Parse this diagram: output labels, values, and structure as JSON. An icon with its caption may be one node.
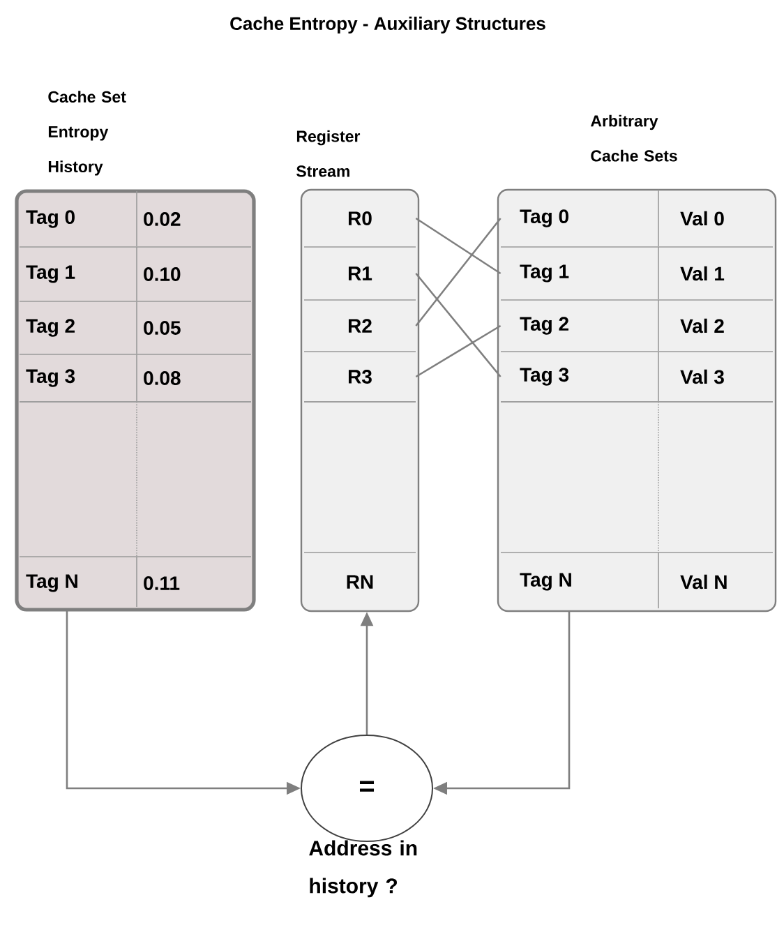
{
  "diagram": {
    "title": "Cache Entropy - Auxiliary Structures",
    "nodes": [
      {
        "text": [
          "Cache Set Entropy History"
        ]
      },
      {
        "text": [
          "Tag 0",
          "0.02"
        ],
        "in": 0
      },
      {
        "text": [
          "Tag 1",
          "0.10"
        ],
        "in": 0
      },
      {
        "text": [
          "Tag 2",
          "0.05"
        ],
        "in": 0
      },
      {
        "text": [
          "Tag 3",
          "0.08"
        ],
        "in": 0
      },
      {
        "text": [],
        "shape": "box",
        "in": 0
      },
      {
        "text": [
          "Tag N",
          "0.11"
        ],
        "in": 0
      },
      {
        "text": [
          "Register Stream"
        ]
      },
      {
        "text": [
          "R0"
        ],
        "in": 7
      },
      {
        "text": [
          "R1"
        ],
        "in": 7
      },
      {
        "text": [
          "R2"
        ],
        "in": 7
      },
      {
        "text": [
          "R3"
        ],
        "in": 7
      },
      {
        "text": [],
        "shape": "box",
        "in": 7
      },
      {
        "text": [
          "RN"
        ],
        "in": 7
      },
      {
        "text": [
          "Arbitrary Cache Sets"
        ]
      },
      {
        "text": [
          "Tag 0",
          "Val 0"
        ],
        "in": 14
      },
      {
        "text": [
          "Tag 1",
          "Val 1"
        ],
        "in": 14
      },
      {
        "text": [
          "Tag 2",
          "Val 2"
        ],
        "in": 14
      },
      {
        "text": [
          "Tag 3",
          "Val 3"
        ],
        "in": 14
      },
      {
        "text": [],
        "shape": "box",
        "in": 14
      },
      {
        "text": [
          "Tag N",
          "Val N"
        ],
        "in": 14
      },
      {
        "text": [
          "="
        ],
        "beside": [
          "Address in history ?"
        ]
      }
    ],
    "edges": [
      {
        "from": 8,
        "to": 16,
        "arrow": "none"
      },
      {
        "from": 9,
        "to": 18,
        "arrow": "none"
      },
      {
        "from": 10,
        "to": 15,
        "arrow": "none"
      },
      {
        "from": 11,
        "to": 17,
        "arrow": "none"
      },
      {
        "from": 0,
        "to": 21,
        "arrow": "to"
      },
      {
        "from": 21,
        "to": 7,
        "arrow": "to"
      },
      {
        "from": 14,
        "to": 21,
        "arrow": "to"
      }
    ]
  }
}
